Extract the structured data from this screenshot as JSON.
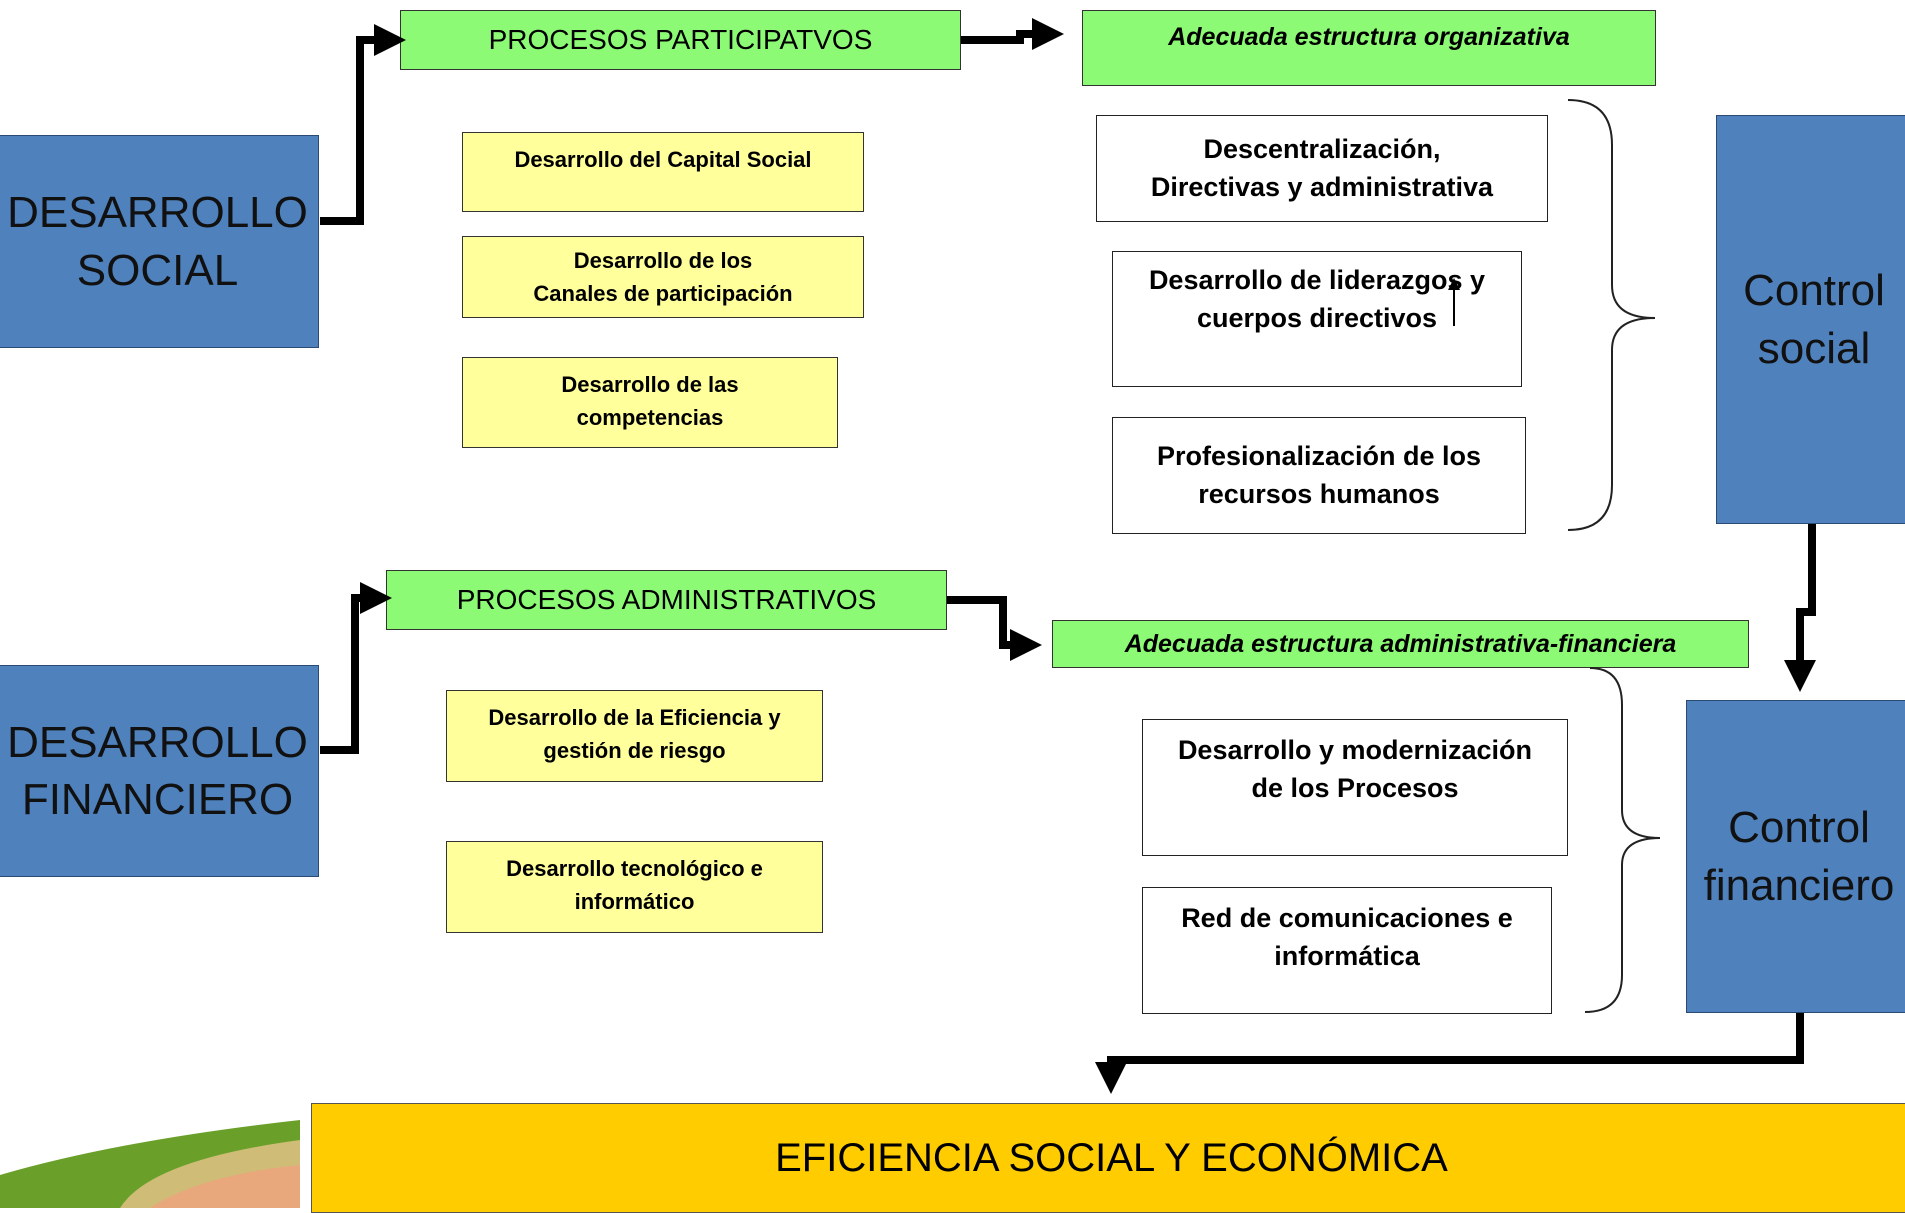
{
  "left": {
    "social": [
      "DESARROLLO",
      "SOCIAL"
    ],
    "financiero": [
      "DESARROLLO",
      "FINANCIERO"
    ]
  },
  "processes": {
    "participativos": "PROCESOS PARTICIPATVOS",
    "administrativos": "PROCESOS ADMINISTRATIVOS"
  },
  "structures": {
    "organizativa": "Adecuada  estructura  organizativa",
    "administrativa": "Adecuada estructura administrativa-financiera"
  },
  "social_items": [
    [
      "Desarrollo del Capital Social"
    ],
    [
      "Desarrollo de los",
      "Canales de participación"
    ],
    [
      "Desarrollo de las",
      "competencias"
    ]
  ],
  "financial_items": [
    [
      "Desarrollo de la Eficiencia  y",
      "gestión de riesgo"
    ],
    [
      "Desarrollo tecnológico  e",
      "informático"
    ]
  ],
  "org_items": [
    [
      "Descentralización,",
      "Directivas y administrativa"
    ],
    [
      "Desarrollo de liderazgos y",
      "cuerpos directivos"
    ],
    [
      "Profesionalización de los",
      "recursos humanos"
    ]
  ],
  "admin_items": [
    [
      "Desarrollo y modernización",
      "de los Procesos"
    ],
    [
      "Red de comunicaciones e",
      "informática"
    ]
  ],
  "controls": {
    "social": [
      "Control",
      "social"
    ],
    "financiero": [
      "Control",
      "financiero"
    ]
  },
  "goal": "EFICIENCIA  SOCIAL Y ECONÓMICA",
  "colors": {
    "blue": "#4f81bd",
    "green": "#8cfa74",
    "yellow": "#ffff9c",
    "gold": "#ffcc00"
  }
}
